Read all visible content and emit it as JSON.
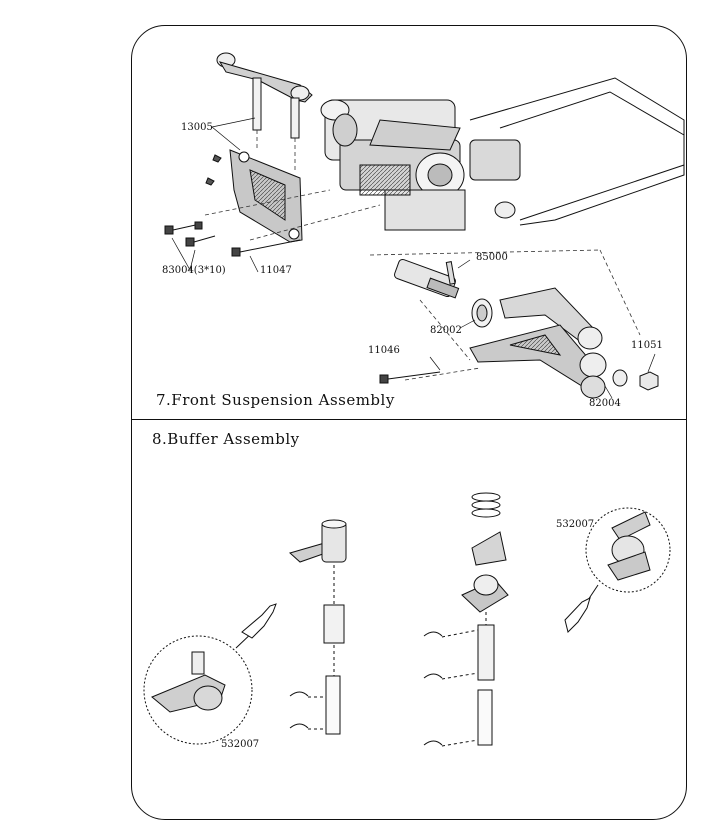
{
  "sections": {
    "front_suspension": {
      "title": "7.Front Suspension Assembly",
      "parts": {
        "p13005": "13005",
        "p83004": "83004(3*10)",
        "p11047": "11047",
        "p85000": "85000",
        "p82002": "82002",
        "p11046": "11046",
        "p11051": "11051",
        "p82004": "82004"
      }
    },
    "buffer": {
      "title": "8.Buffer Assembly",
      "parts": {
        "p532007_left": "532007",
        "p532007_right": "532007"
      }
    }
  }
}
